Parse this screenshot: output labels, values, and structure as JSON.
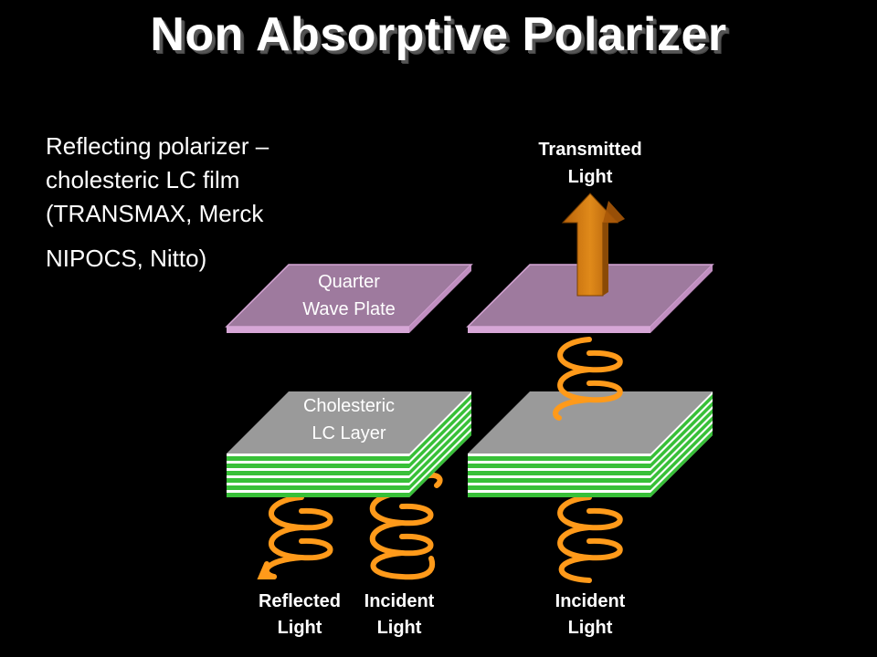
{
  "slide": {
    "title": "Non Absorptive Polarizer",
    "body": {
      "line1": "Reflecting polarizer –",
      "line2": "cholesteric LC film",
      "line3": "(TRANSMAX, Merck",
      "line4": "NIPOCS, Nitto)"
    }
  },
  "diagram": {
    "quarter_wave_plate": {
      "line1": "Quarter",
      "line2": "Wave Plate"
    },
    "cholesteric_layer": {
      "line1": "Cholesteric",
      "line2": "LC Layer"
    },
    "transmitted_light": {
      "line1": "Transmitted",
      "line2": "Light"
    },
    "reflected_light": {
      "line1": "Reflected",
      "line2": "Light"
    },
    "incident_light_left": {
      "line1": "Incident",
      "line2": "Light"
    },
    "incident_light_right": {
      "line1": "Incident",
      "line2": "Light"
    },
    "colors": {
      "background": "#000000",
      "plate": "#9e7a9e",
      "lc_top": "#9a9a9a",
      "lc_stripe": "#38c038",
      "spring": "#ff9a1a",
      "arrow": "#d97a10"
    }
  }
}
